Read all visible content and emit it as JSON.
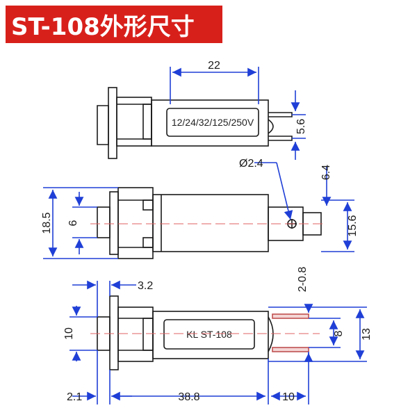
{
  "title": "ST-108外形尺寸",
  "colors": {
    "banner": "#d8201b",
    "outline": "#1a1a1a",
    "dimension": "#1f3fd6",
    "centerline": "#e06060"
  },
  "top_view": {
    "label_text": "12/24/32/125/250V",
    "dim_length": "22",
    "dim_pin_spacing": "5.6"
  },
  "side_view": {
    "dim_hole": "Ø2.4",
    "dim_total_height": "18.5",
    "dim_button": "6",
    "dim_pin_offset": "6.4",
    "dim_body_height": "15.6"
  },
  "bottom_view": {
    "label_text": "KL  ST-108",
    "dim_flange_thickness": "3.2",
    "dim_button_width": "10",
    "dim_pin_width": "2-0.8",
    "dim_pin_gap": "8",
    "dim_body_width": "13",
    "dim_front": "2.1",
    "dim_body_length": "38.8",
    "dim_pin_length": "10"
  }
}
